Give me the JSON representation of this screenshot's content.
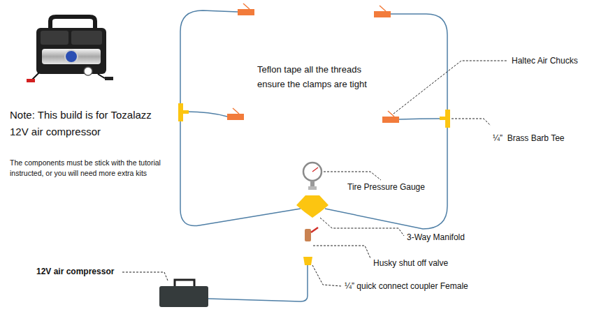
{
  "diagram": {
    "labels": [
      "Haltec Air Chucks",
      "Teflon tape all the threads ensure the clamps are tight",
      "Note: This build is for Tozalazz 12V air compressor",
      "¼”  Brass Barb Tee",
      "The components must be stick with the tutorial instructed, or you will need more extra kits",
      "Tire Pressure Gauge",
      "3-Way Manifold",
      "Husky shut off valve",
      "12V air compressor",
      "¼” quick connect coupler Female"
    ]
  }
}
